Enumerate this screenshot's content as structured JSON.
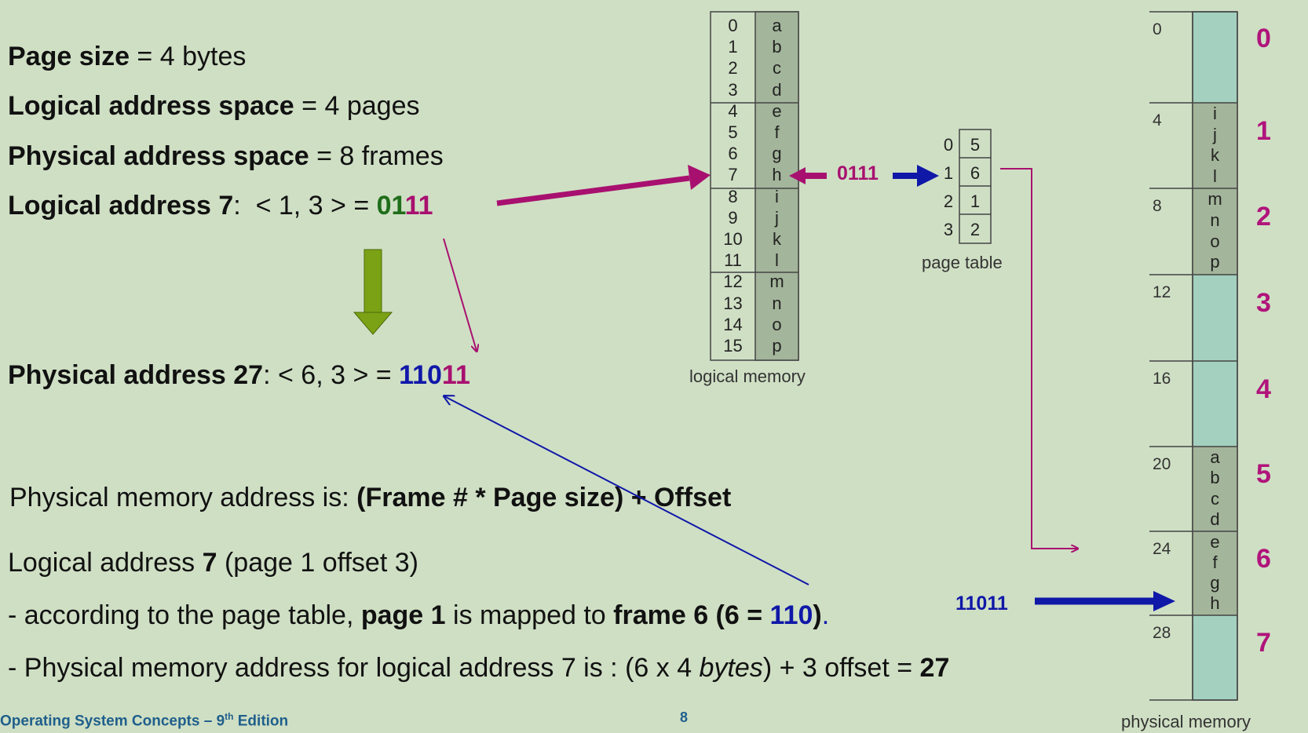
{
  "text": {
    "page_size_label": "Page size",
    "page_size_value": " = 4 bytes",
    "las_label": "Logical address space",
    "las_value": " = 4 pages",
    "pas_label": "Physical address space",
    "pas_value": " = 8 frames",
    "la_label": "Logical address 7",
    "la_mid": ":  < 1, 3 > = ",
    "la_bits_page": "01",
    "la_bits_off": "11",
    "pa_label": "Physical address 27",
    "pa_mid": ": < 6, 3 > = ",
    "pa_bits_frame": "110",
    "pa_bits_off": "11",
    "formula_prefix": "Physical memory address is: ",
    "formula_bold": "(Frame # * Page size) + Offset",
    "la7_a": "Logical address ",
    "la7_b": "7",
    "la7_c": " (page 1 offset 3)",
    "step1_a": "- according to the page table, ",
    "step1_b": "page 1",
    "step1_c": " is mapped to ",
    "step1_d": "frame 6 (6 = ",
    "step1_e": "110",
    "step1_f": ")",
    "step1_g": ".",
    "step2_a": "- Physical memory address for logical address 7 is : (6 x 4 ",
    "step2_b": "bytes",
    "step2_c": ") + 3 offset = ",
    "step2_d": "27",
    "footer_a": "Operating System Concepts – 9",
    "footer_sup": "th",
    "footer_b": " Edition",
    "page_number": "8",
    "arrow_0111": "0111",
    "arrow_11011": "11011",
    "logical_memory_caption": "logical memory",
    "page_table_caption": "page table",
    "physical_memory_caption": "physical memory"
  },
  "logical_memory": {
    "addresses": [
      "0",
      "1",
      "2",
      "3",
      "4",
      "5",
      "6",
      "7",
      "8",
      "9",
      "10",
      "11",
      "12",
      "13",
      "14",
      "15"
    ],
    "contents": [
      "a",
      "b",
      "c",
      "d",
      "e",
      "f",
      "g",
      "h",
      "i",
      "j",
      "k",
      "l",
      "m",
      "n",
      "o",
      "p"
    ]
  },
  "page_table": {
    "pages": [
      "0",
      "1",
      "2",
      "3"
    ],
    "frames": [
      "5",
      "6",
      "1",
      "2"
    ]
  },
  "physical_memory": {
    "frame_addresses": [
      "0",
      "4",
      "8",
      "12",
      "16",
      "20",
      "24",
      "28"
    ],
    "frame_numbers": [
      "0",
      "1",
      "2",
      "3",
      "4",
      "5",
      "6",
      "7"
    ],
    "frame_contents": [
      [],
      [
        "i",
        "j",
        "k",
        "l"
      ],
      [
        "m",
        "n",
        "o",
        "p"
      ],
      [],
      [],
      [
        "a",
        "b",
        "c",
        "d"
      ],
      [
        "e",
        "f",
        "g",
        "h"
      ],
      []
    ]
  },
  "colors": {
    "background": "#cfdfc4",
    "green_arrow": "#7aa214",
    "magenta": "#a8106f",
    "blue": "#1018a8",
    "memory_fill": "#a3b59a",
    "empty_frame_fill": "#a4d0bf"
  }
}
